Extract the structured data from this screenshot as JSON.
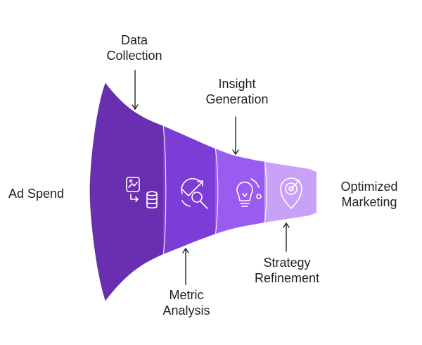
{
  "labels": {
    "ad_spend": "Ad Spend",
    "data_collection": {
      "line1": "Data",
      "line2": "Collection"
    },
    "insight_generation": {
      "line1": "Insight",
      "line2": "Generation"
    },
    "metric_analysis": {
      "line1": "Metric",
      "line2": "Analysis"
    },
    "strategy_refinement": {
      "line1": "Strategy",
      "line2": "Refinement"
    },
    "optimized_marketing": {
      "line1": "Optimized",
      "line2": "Marketing"
    }
  },
  "colors": {
    "stage_1": "#6a2fb0",
    "stage_2": "#7c3dd6",
    "stage_3": "#9a5cf0",
    "stage_4": "#c7a2f6",
    "icon_stroke": "#ffffff",
    "arrow": "#222222"
  },
  "icons": [
    "image-database-icon",
    "chart-search-icon",
    "lightbulb-icon",
    "target-pin-icon"
  ]
}
